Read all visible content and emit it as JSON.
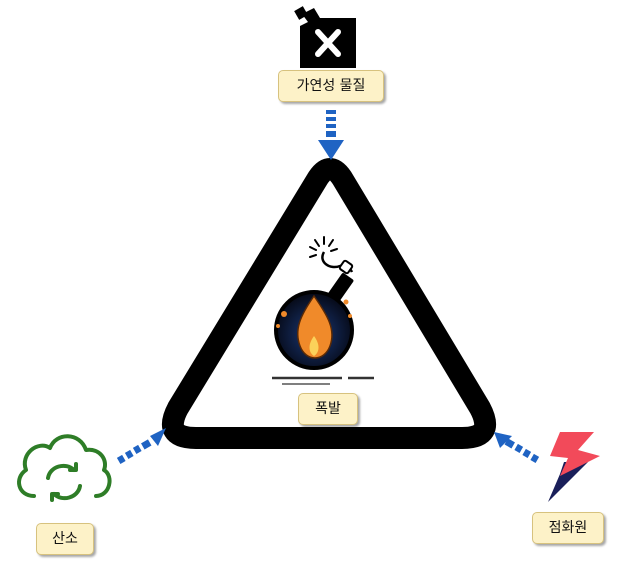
{
  "labels": {
    "fuel": "가연성 물질",
    "explosion": "폭발",
    "oxygen": "산소",
    "ignition": "점화원"
  },
  "colors": {
    "arrow": "#1f63c3",
    "triangle": "#000000",
    "label_bg": "#fdf2c8",
    "cloud": "#2e7d27",
    "lightning": "#f24a5a",
    "lightning_shadow": "#1a1f5a",
    "bomb_flame": "#f08a2a"
  },
  "icons": {
    "fuel": "fuel-can-icon",
    "explosion": "bomb-icon",
    "oxygen": "cloud-refresh-icon",
    "ignition": "lightning-icon"
  }
}
